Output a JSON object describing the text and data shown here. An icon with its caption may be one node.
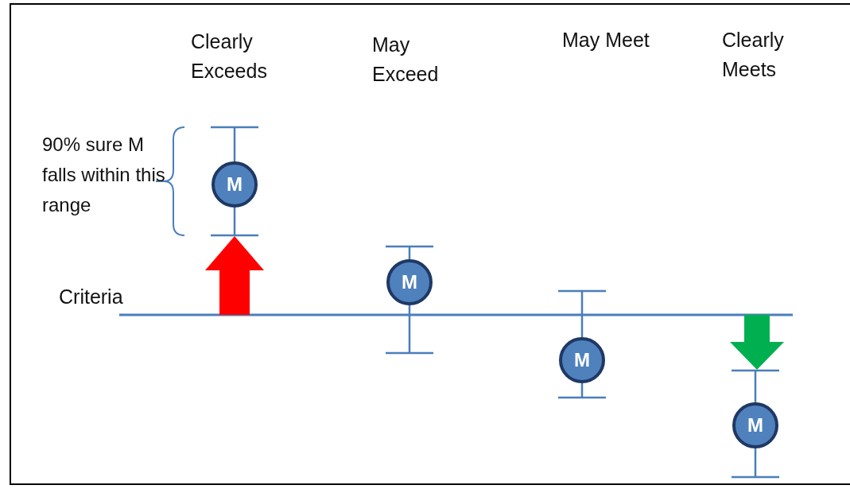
{
  "diagram": {
    "nodes": [
      {
        "text": [
          "M"
        ]
      },
      {
        "text": [
          "M"
        ]
      },
      {
        "text": [
          "M"
        ]
      },
      {
        "text": [
          "M"
        ]
      }
    ],
    "labels": [
      "Clearly Exceeds",
      "May Exceed",
      "May Meet",
      "Clearly Meets",
      "90% sure M falls within this range",
      "Criteria"
    ]
  }
}
